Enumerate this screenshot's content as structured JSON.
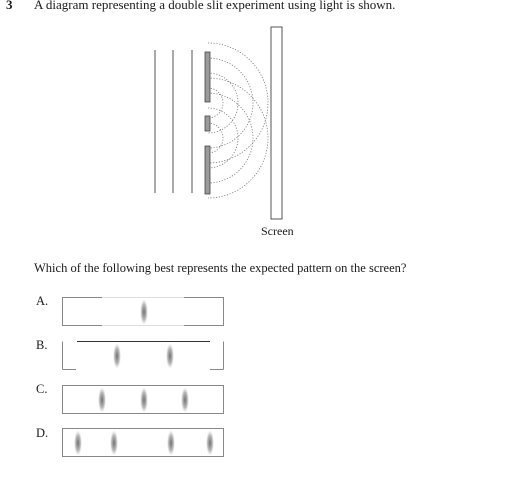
{
  "question": {
    "number": "3",
    "text": "A diagram representing a double slit experiment using light is shown."
  },
  "diagram": {
    "screen_label": "Screen"
  },
  "prompt": "Which of the following best represents the expected pattern on the screen?",
  "options": [
    {
      "label": "A.",
      "fringes": 1
    },
    {
      "label": "B.",
      "fringes": 2
    },
    {
      "label": "C.",
      "fringes": 3
    },
    {
      "label": "D.",
      "fringes": 4
    }
  ]
}
